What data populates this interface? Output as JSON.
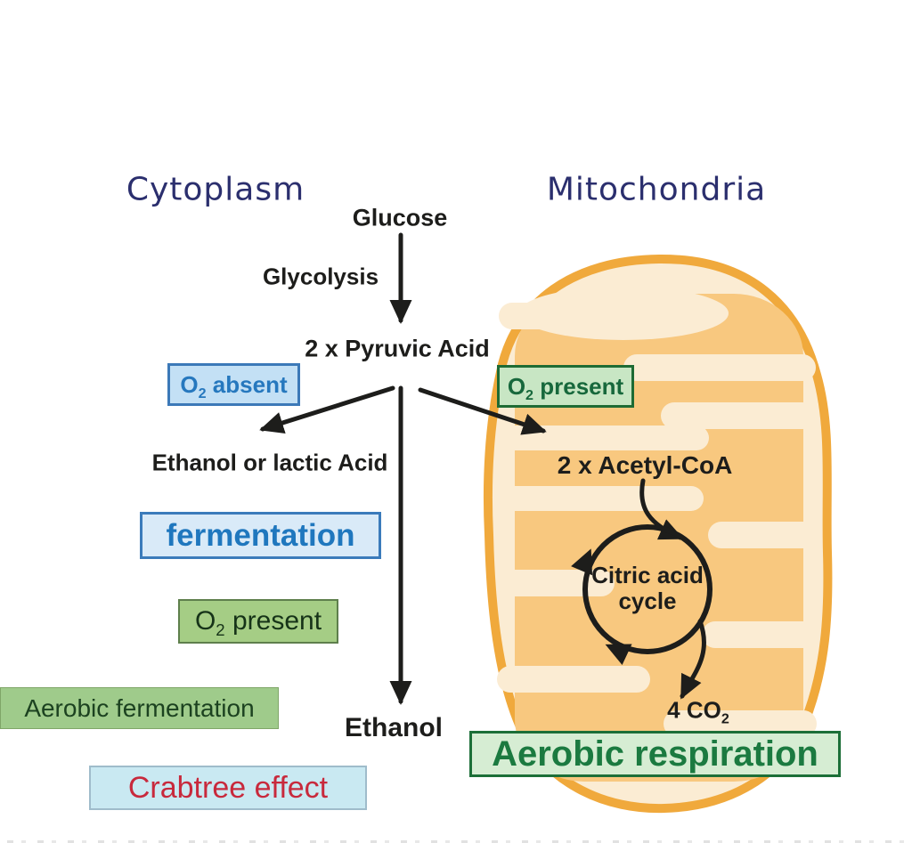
{
  "diagram": {
    "regions": {
      "left_title": "Cytoplasm",
      "right_title": "Mitochondria"
    },
    "nodes": {
      "glucose": "Glucose",
      "glycolysis": "Glycolysis",
      "pyruvic_acid": "2 x Pyruvic Acid",
      "ethanol_or_lactic": "Ethanol or lactic Acid",
      "ethanol": "Ethanol",
      "acetyl_coa": "2 x Acetyl-CoA",
      "citric_acid_line1": "Citric acid",
      "citric_acid_line2": "cycle",
      "co2_prefix": "4 CO",
      "co2_sub": "2"
    },
    "boxes": {
      "o2_absent": {
        "prefix": "O",
        "sub": "2",
        "suffix": " absent"
      },
      "o2_present_right": {
        "prefix": "O",
        "sub": "2",
        "suffix": " present"
      },
      "fermentation": {
        "label": "fermentation"
      },
      "o2_present_left": {
        "prefix": "O",
        "sub": "2",
        "suffix": " present"
      },
      "aerobic_fermentation": {
        "label": "Aerobic fermentation"
      },
      "aerobic_respiration": {
        "label": "Aerobic respiration"
      },
      "crabtree": {
        "label": "Crabtree effect"
      }
    },
    "colors": {
      "title_text": "#2b2f6e",
      "black_text": "#1d1d1b",
      "o2_absent_bg": "#c3e0f5",
      "o2_absent_border": "#3c79b8",
      "o2_absent_text": "#2678be",
      "fermentation_bg": "#d9eaf8",
      "fermentation_text": "#1f77be",
      "o2_present_right_bg": "#c8e6c4",
      "o2_present_right_text": "#17683c",
      "o2_present_left_bg": "#a5cd85",
      "aerobic_fermentation_bg": "#9fcb8b",
      "aerobic_respiration_bg": "#d6edd3",
      "aerobic_respiration_text": "#1b7a40",
      "crabtree_bg": "#c9e9f2",
      "crabtree_text": "#c8293c",
      "mitochondrion_stroke": "#f0a93c",
      "mitochondrion_outer_fill": "#fbecd3",
      "mitochondrion_matrix_fill": "#f8c87f"
    }
  }
}
